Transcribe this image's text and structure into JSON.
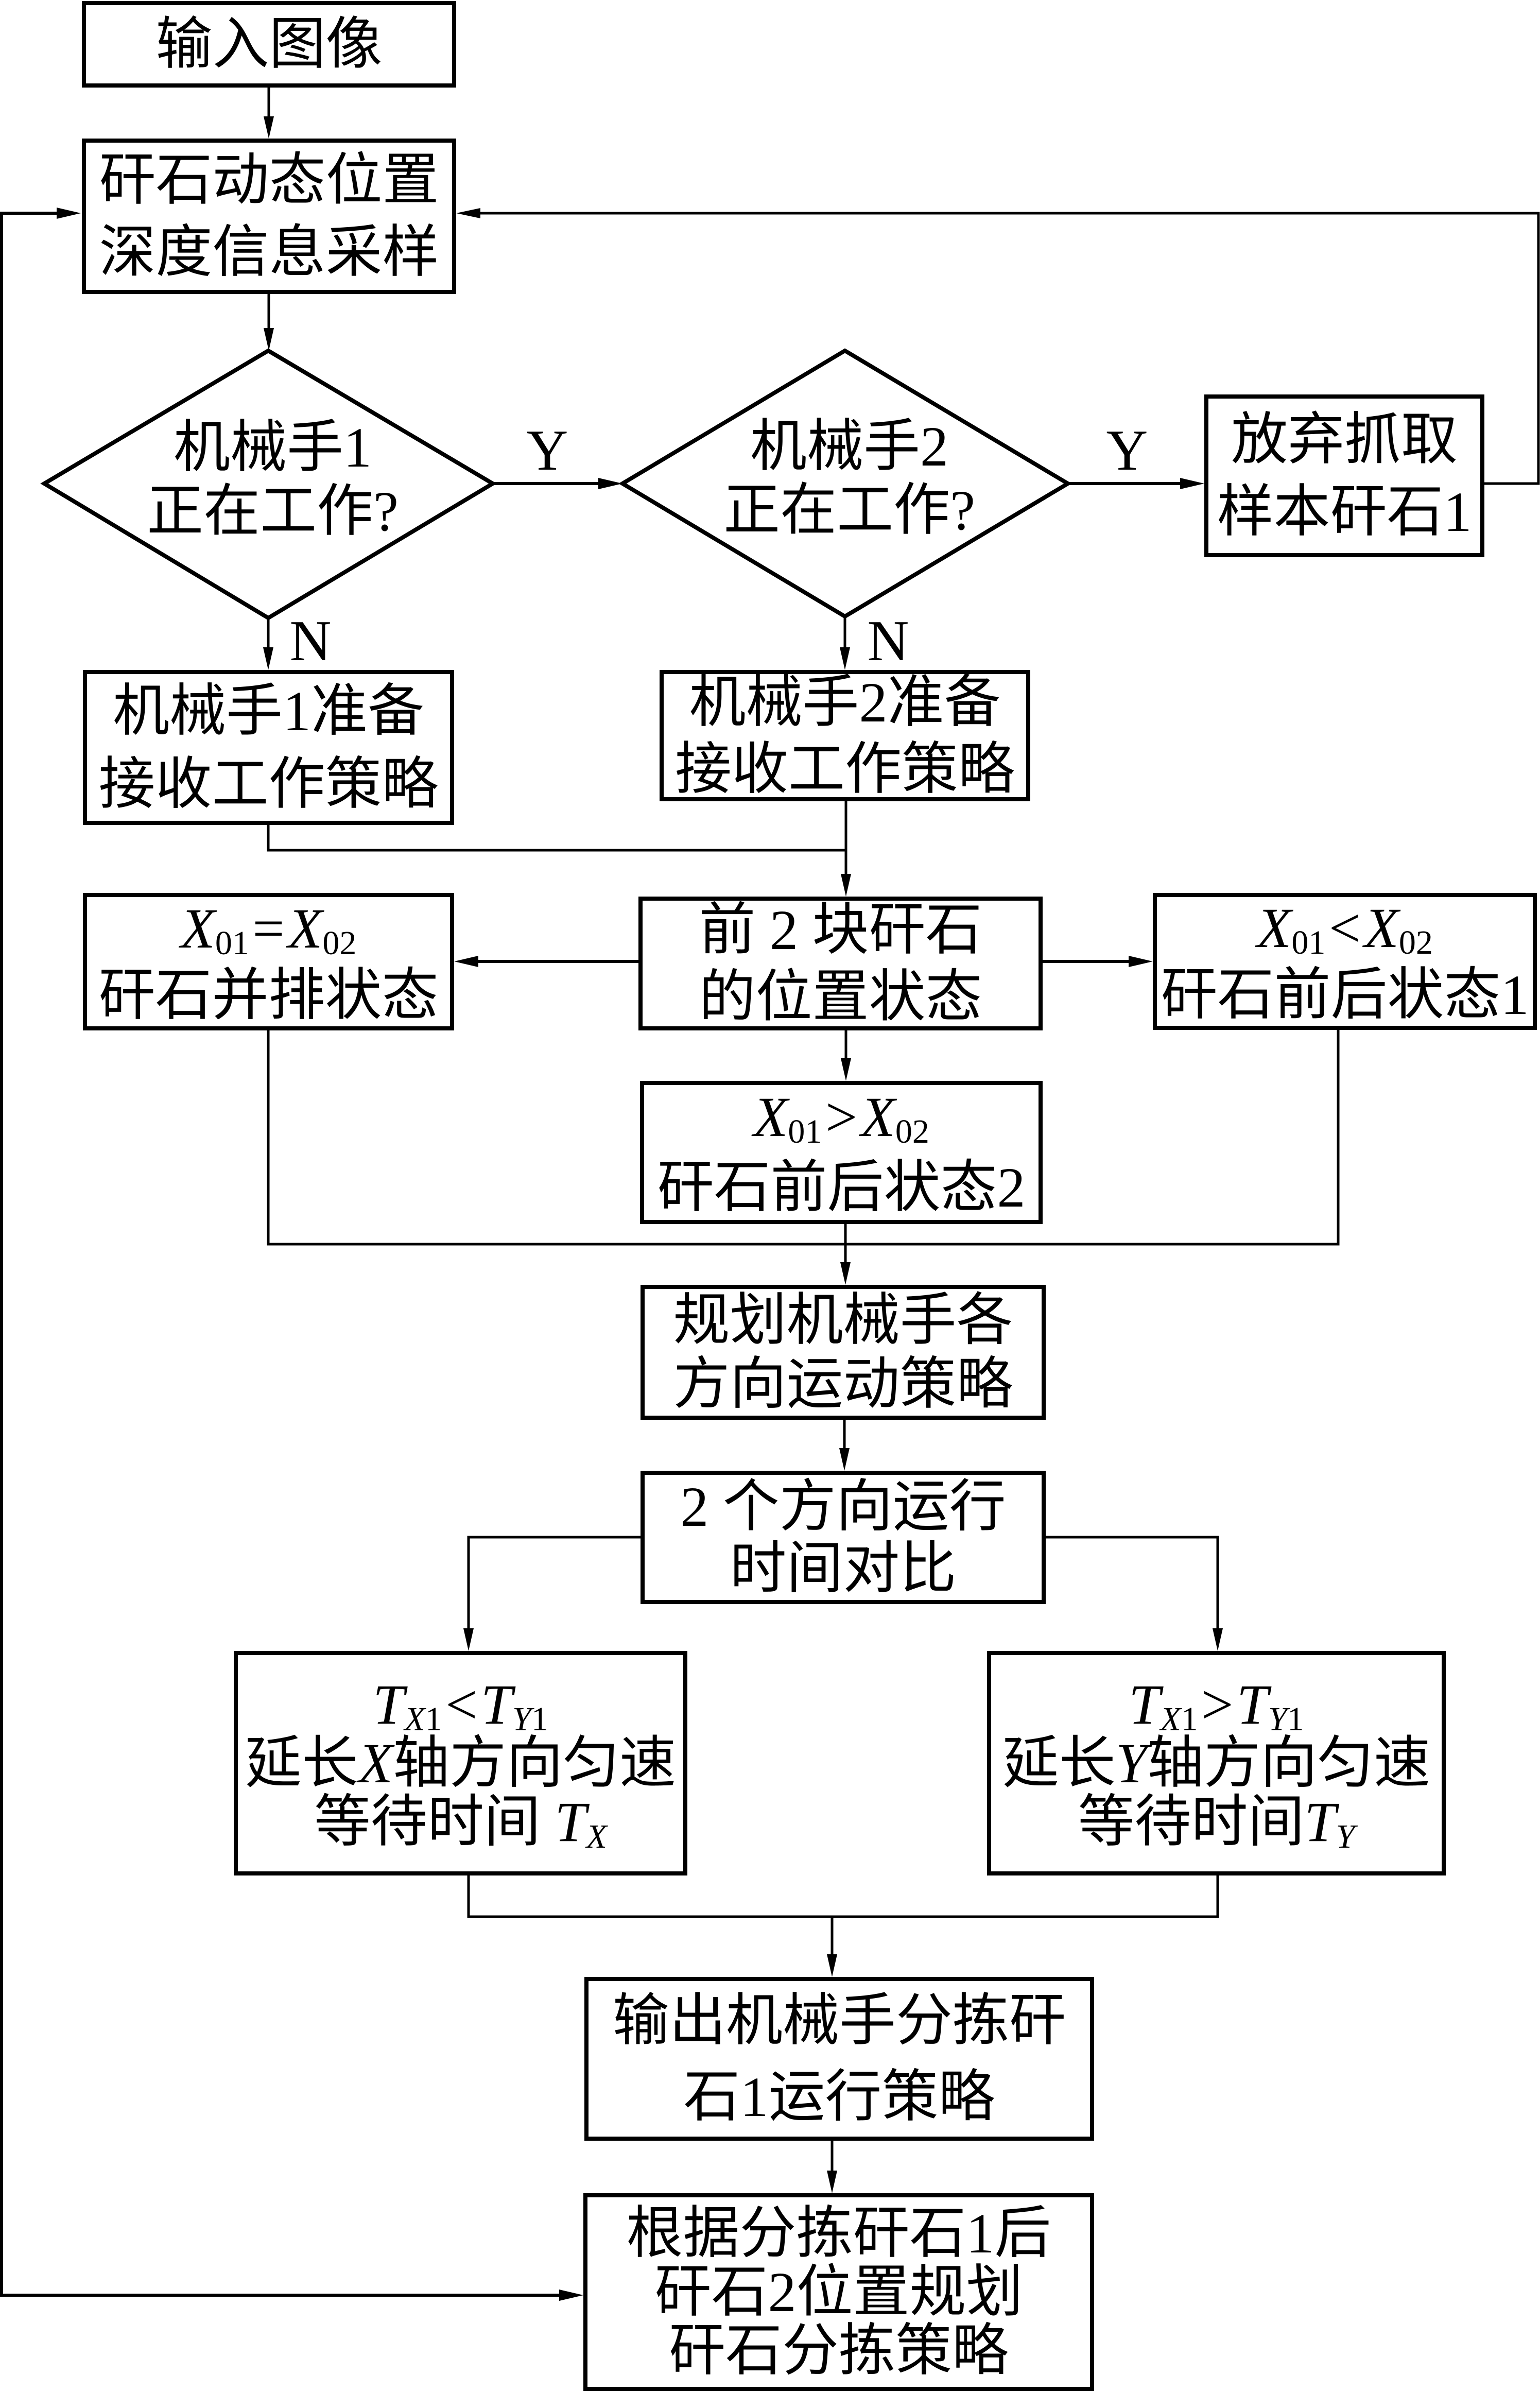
{
  "diagram": {
    "type": "flowchart",
    "nodes": {
      "input_image": {
        "lines": [
          "输入图像"
        ]
      },
      "sampling": {
        "lines": [
          "矸石动态位置",
          "深度信息采样"
        ]
      },
      "arm1_check": {
        "lines": [
          "机械手1",
          "正在工作?"
        ]
      },
      "arm2_check": {
        "lines": [
          "机械手2",
          "正在工作?"
        ]
      },
      "abandon_grab": {
        "lines": [
          "放弃抓取",
          "样本矸石1"
        ]
      },
      "arm1_ready": {
        "lines": [
          "机械手1准备",
          "接收工作策略"
        ]
      },
      "arm2_ready": {
        "lines": [
          "机械手2准备",
          "接收工作策略"
        ]
      },
      "position_state": {
        "lines": [
          "前 2 块矸石",
          "的位置状态"
        ]
      },
      "side_by_side": {
        "formula": {
          "lhs_var": "X",
          "lhs_sub": "01",
          "op": "=",
          "rhs_var": "X",
          "rhs_sub": "02"
        },
        "caption": "矸石并排状态"
      },
      "front_back_1": {
        "formula": {
          "lhs_var": "X",
          "lhs_sub": "01",
          "op": "<",
          "rhs_var": "X",
          "rhs_sub": "02"
        },
        "caption": "矸石前后状态1"
      },
      "front_back_2": {
        "formula": {
          "lhs_var": "X",
          "lhs_sub": "01",
          "op": ">",
          "rhs_var": "X",
          "rhs_sub": "02"
        },
        "caption": "矸石前后状态2"
      },
      "plan_motion": {
        "lines": [
          "规划机械手各",
          "方向运动策略"
        ]
      },
      "compare_time": {
        "lines": [
          "2 个方向运行",
          "时间对比"
        ]
      },
      "extend_x": {
        "formula": {
          "lhs_var": "T",
          "lhs_sub_var": "X",
          "lhs_sub_num": "1",
          "op": "<",
          "rhs_var": "T",
          "rhs_sub_var": "Y",
          "rhs_sub_num": "1"
        },
        "line2": {
          "pre": "延长",
          "var": "X",
          "post": "轴方向匀速"
        },
        "line3": {
          "pre": "等待时间 ",
          "var": "T",
          "sub": "X"
        }
      },
      "extend_y": {
        "formula": {
          "lhs_var": "T",
          "lhs_sub_var": "X",
          "lhs_sub_num": "1",
          "op": ">",
          "rhs_var": "T",
          "rhs_sub_var": "Y",
          "rhs_sub_num": "1"
        },
        "line2": {
          "pre": "延长",
          "var": "Y",
          "post": "轴方向匀速"
        },
        "line3": {
          "pre": "等待时间",
          "var": "T",
          "sub": "Y"
        }
      },
      "output_strategy": {
        "lines": [
          "输出机械手分拣矸",
          "石1运行策略"
        ]
      },
      "plan_next": {
        "lines": [
          "根据分拣矸石1后",
          "矸石2位置规划",
          "矸石分拣策略"
        ]
      }
    },
    "edge_labels": {
      "arm1_yes": "Y",
      "arm2_yes": "Y",
      "arm1_no": "N",
      "arm2_no": "N"
    },
    "edges": [
      {
        "from": "input_image",
        "to": "sampling"
      },
      {
        "from": "sampling",
        "to": "arm1_check"
      },
      {
        "from": "arm1_check",
        "to": "arm2_check",
        "label": "Y"
      },
      {
        "from": "arm1_check",
        "to": "arm1_ready",
        "label": "N"
      },
      {
        "from": "arm2_check",
        "to": "abandon_grab",
        "label": "Y"
      },
      {
        "from": "arm2_check",
        "to": "arm2_ready",
        "label": "N"
      },
      {
        "from": "abandon_grab",
        "to": "sampling"
      },
      {
        "from": "arm1_ready",
        "to": "position_state"
      },
      {
        "from": "arm2_ready",
        "to": "position_state"
      },
      {
        "from": "position_state",
        "to": "side_by_side"
      },
      {
        "from": "position_state",
        "to": "front_back_1"
      },
      {
        "from": "position_state",
        "to": "front_back_2"
      },
      {
        "from": "side_by_side",
        "to": "plan_motion"
      },
      {
        "from": "front_back_1",
        "to": "plan_motion"
      },
      {
        "from": "front_back_2",
        "to": "plan_motion"
      },
      {
        "from": "plan_motion",
        "to": "compare_time"
      },
      {
        "from": "compare_time",
        "to": "extend_x"
      },
      {
        "from": "compare_time",
        "to": "extend_y"
      },
      {
        "from": "extend_x",
        "to": "output_strategy"
      },
      {
        "from": "extend_y",
        "to": "output_strategy"
      },
      {
        "from": "output_strategy",
        "to": "plan_next"
      },
      {
        "from": "plan_next",
        "to": "sampling",
        "arrowheads": "both"
      }
    ]
  }
}
